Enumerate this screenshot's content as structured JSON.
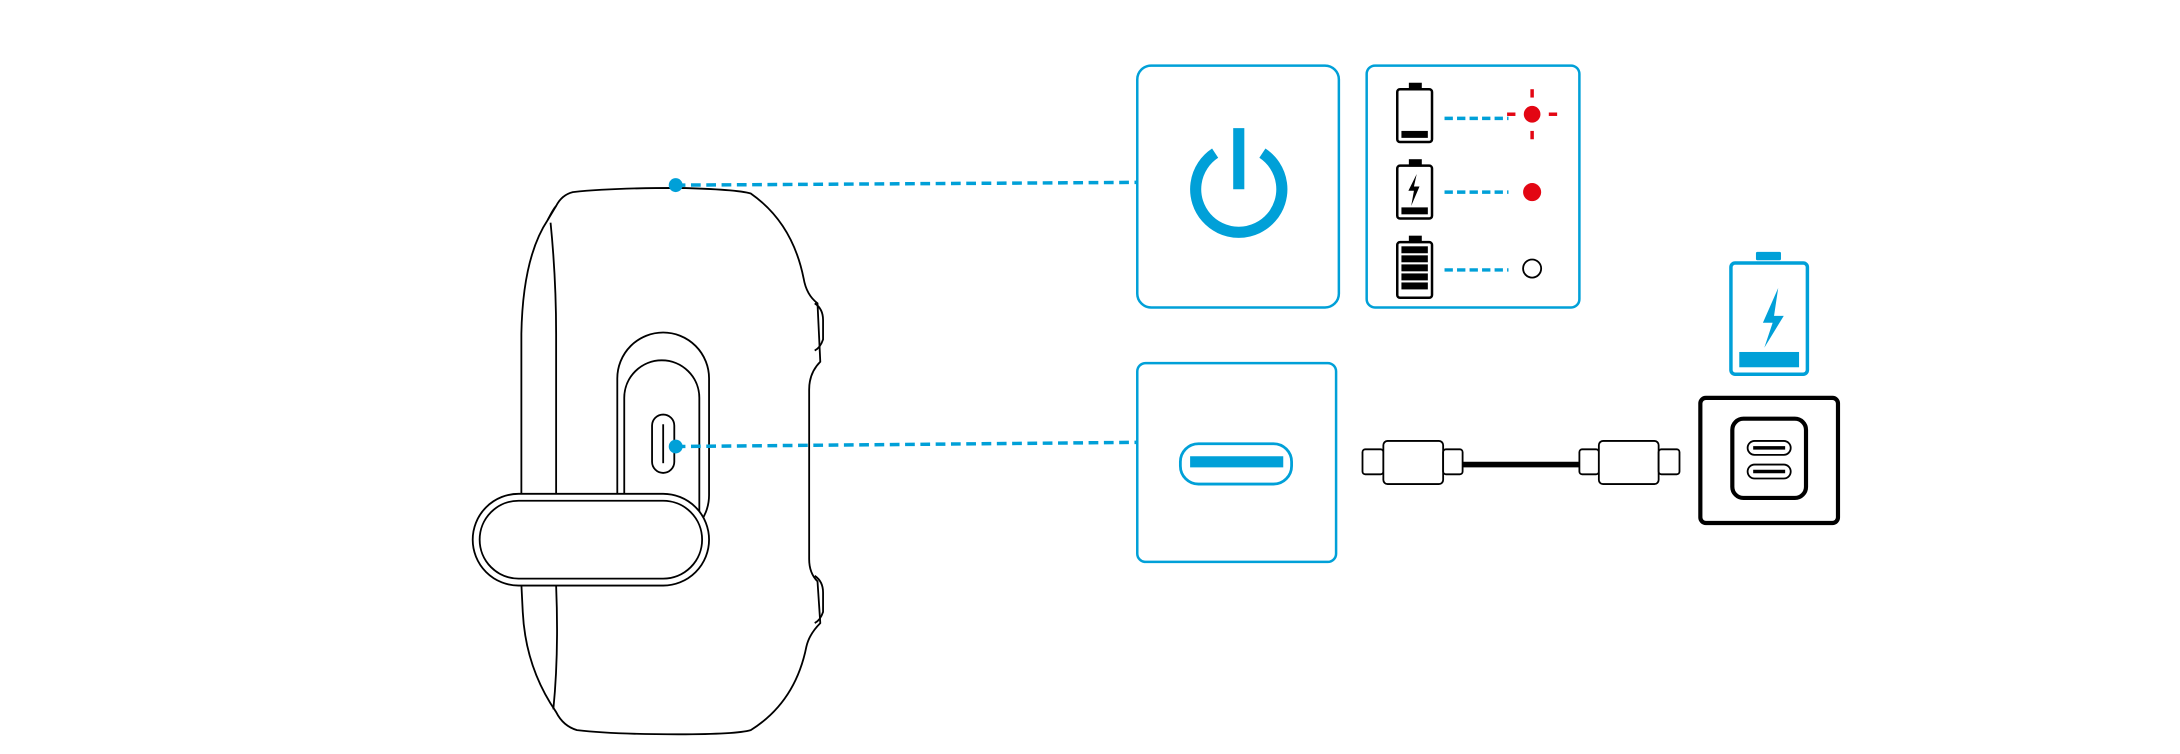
{
  "colors": {
    "accent": "#00a0d8",
    "led_red": "#e30613",
    "outline": "#000000",
    "background": "#ffffff"
  },
  "icons": {
    "power": "power-icon",
    "battery_low": "battery-low-icon",
    "battery_charging": "battery-charging-icon",
    "battery_full": "battery-full-icon",
    "led_blinking_red": "led-blinking-red-icon",
    "led_solid_red": "led-solid-red-icon",
    "led_off": "led-off-icon",
    "usb_c_port": "usb-c-port-icon",
    "usb_c_cable": "usb-c-cable-icon",
    "charging_battery": "charging-battery-icon",
    "wall_charger": "wall-charger-icon"
  },
  "battery_levels": {
    "low": 0.15,
    "charging": 0.15,
    "full": 1.0
  }
}
